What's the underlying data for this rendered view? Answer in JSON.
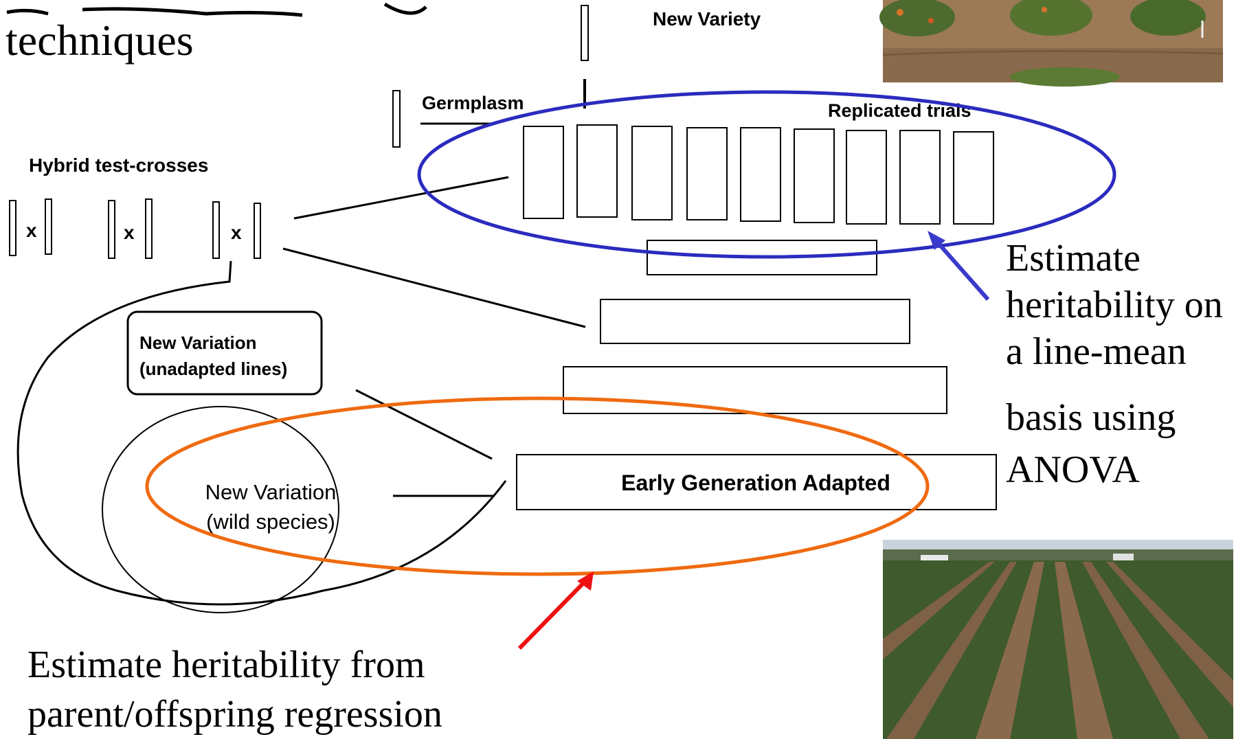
{
  "slide": {
    "heading_fragment": "techniques",
    "left_caption": [
      "Estimate heritability from",
      "parent/offspring regression"
    ],
    "right_caption": [
      "Estimate",
      "heritability on",
      "a line-mean",
      "basis using",
      "ANOVA"
    ]
  },
  "diagram": {
    "new_variety": "New Variety",
    "germplasm": "Germplasm",
    "replicated_trials": "Replicated trials",
    "hybrid_test_crosses": "Hybrid test-crosses",
    "cross_symbol": "x",
    "new_variation_unadapted": [
      "New Variation",
      "(unadapted lines)"
    ],
    "new_variation_wild": [
      "New Variation",
      "(wild species)"
    ],
    "early_generation_adapted": "Early Generation Adapted"
  },
  "colors": {
    "blue_ellipse": "#2b2bbf",
    "orange_ellipse": "#ef6a10",
    "blue_arrow": "#3a3acc",
    "red_arrow": "#ee1111",
    "field_soil": "#8a6a4c",
    "field_crop": "#3f5a2c"
  },
  "photos": {
    "top_right": "tomato-field-photo",
    "bottom_right": "tomato-rows-photo"
  }
}
